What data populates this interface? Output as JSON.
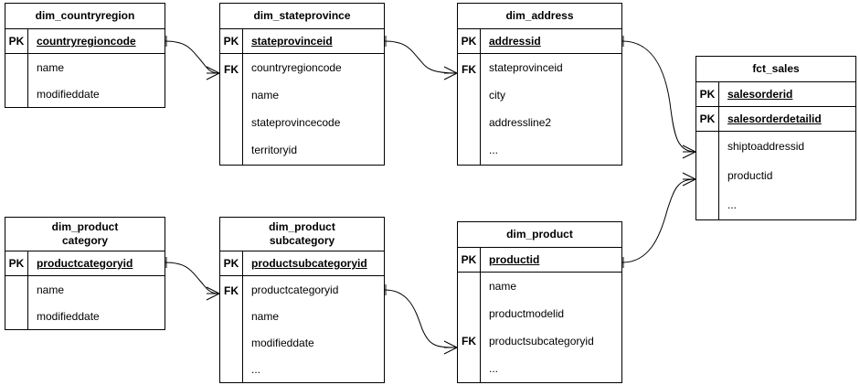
{
  "diagram": {
    "title": "Star schema entity relationship diagram",
    "background_color": "#ffffff",
    "line_color": "#000000",
    "text_color": "#000000",
    "key_label_pk": "PK",
    "key_label_fk": "FK",
    "ellipsis": "..."
  },
  "entities": [
    {
      "id": "dim_countryregion",
      "name": "dim_countryregion",
      "keys": [
        {
          "marker": "PK",
          "name": "countryregioncode"
        }
      ],
      "attributes": [
        {
          "marker": "",
          "name": "name"
        },
        {
          "marker": "",
          "name": "modifieddate"
        }
      ]
    },
    {
      "id": "dim_stateprovince",
      "name": "dim_stateprovince",
      "keys": [
        {
          "marker": "PK",
          "name": "stateprovinceid"
        }
      ],
      "attributes": [
        {
          "marker": "FK",
          "name": "countryregioncode"
        },
        {
          "marker": "",
          "name": "name"
        },
        {
          "marker": "",
          "name": "stateprovincecode"
        },
        {
          "marker": "",
          "name": "territoryid"
        }
      ]
    },
    {
      "id": "dim_address",
      "name": "dim_address",
      "keys": [
        {
          "marker": "PK",
          "name": "addressid"
        }
      ],
      "attributes": [
        {
          "marker": "FK",
          "name": "stateprovinceid"
        },
        {
          "marker": "",
          "name": "city"
        },
        {
          "marker": "",
          "name": "addressline2"
        },
        {
          "marker": "",
          "name": "..."
        }
      ]
    },
    {
      "id": "fct_sales",
      "name": "fct_sales",
      "keys": [
        {
          "marker": "PK",
          "name": "salesorderid"
        },
        {
          "marker": "PK",
          "name": "salesorderdetailid"
        }
      ],
      "attributes": [
        {
          "marker": "",
          "name": "shiptoaddressid"
        },
        {
          "marker": "",
          "name": "productid"
        },
        {
          "marker": "",
          "name": "..."
        }
      ]
    },
    {
      "id": "dim_productcategory",
      "name": "dim_product\ncategory",
      "keys": [
        {
          "marker": "PK",
          "name": "productcategoryid"
        }
      ],
      "attributes": [
        {
          "marker": "",
          "name": "name"
        },
        {
          "marker": "",
          "name": "modifieddate"
        }
      ]
    },
    {
      "id": "dim_productsubcategory",
      "name": "dim_product\nsubcategory",
      "keys": [
        {
          "marker": "PK",
          "name": "productsubcategoryid"
        }
      ],
      "attributes": [
        {
          "marker": "FK",
          "name": "productcategoryid"
        },
        {
          "marker": "",
          "name": "name"
        },
        {
          "marker": "",
          "name": "modifieddate"
        },
        {
          "marker": "",
          "name": "..."
        }
      ]
    },
    {
      "id": "dim_product",
      "name": "dim_product",
      "keys": [
        {
          "marker": "PK",
          "name": "productid"
        }
      ],
      "attributes": [
        {
          "marker": "",
          "name": "name"
        },
        {
          "marker": "",
          "name": "productmodelid"
        },
        {
          "marker": "FK",
          "name": "productsubcategoryid"
        },
        {
          "marker": "",
          "name": "..."
        }
      ]
    }
  ],
  "relationships": [
    {
      "from": "dim_countryregion.countryregioncode",
      "to": "dim_stateprovince.countryregioncode",
      "cardinality": "one-to-many"
    },
    {
      "from": "dim_stateprovince.stateprovinceid",
      "to": "dim_address.stateprovinceid",
      "cardinality": "one-to-many"
    },
    {
      "from": "dim_address.addressid",
      "to": "fct_sales.shiptoaddressid",
      "cardinality": "one-to-many"
    },
    {
      "from": "dim_product.productid",
      "to": "fct_sales.productid",
      "cardinality": "one-to-many"
    },
    {
      "from": "dim_productcategory.productcategoryid",
      "to": "dim_productsubcategory.productcategoryid",
      "cardinality": "one-to-many"
    },
    {
      "from": "dim_productsubcategory.productsubcategoryid",
      "to": "dim_product.productsubcategoryid",
      "cardinality": "one-to-many"
    }
  ]
}
